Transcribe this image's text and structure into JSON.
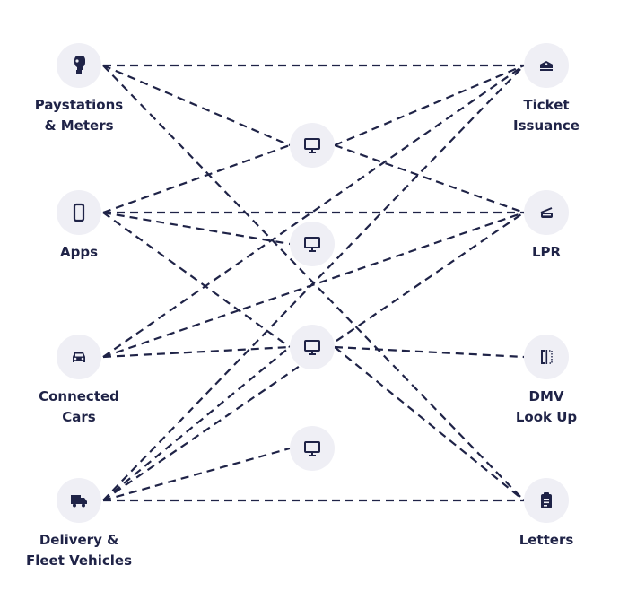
{
  "colors": {
    "line": "#1f2347",
    "node_bg": "#efeff5",
    "text": "#1f2347"
  },
  "sources": [
    {
      "id": "paystations",
      "label": "Paystations\n& Meters",
      "icon": "parking-meter-icon"
    },
    {
      "id": "apps",
      "label": "Apps",
      "icon": "smartphone-icon"
    },
    {
      "id": "cars",
      "label": "Connected\nCars",
      "icon": "car-icon"
    },
    {
      "id": "delivery",
      "label": "Delivery &\nFleet Vehicles",
      "icon": "truck-icon"
    }
  ],
  "hubs": [
    {
      "id": "m1",
      "icon": "monitor-icon"
    },
    {
      "id": "m2",
      "icon": "monitor-icon"
    },
    {
      "id": "m3",
      "icon": "monitor-icon"
    },
    {
      "id": "m4",
      "icon": "monitor-icon"
    }
  ],
  "targets": [
    {
      "id": "ticket",
      "label": "Ticket\nIssuance",
      "icon": "officer-cap-icon"
    },
    {
      "id": "lpr",
      "label": "LPR",
      "icon": "scanner-icon"
    },
    {
      "id": "dmv",
      "label": "DMV\nLook Up",
      "icon": "id-lookup-icon"
    },
    {
      "id": "letters",
      "label": "Letters",
      "icon": "clipboard-icon"
    }
  ],
  "edges": [
    [
      "paystations",
      "ticket"
    ],
    [
      "paystations",
      "m1"
    ],
    [
      "paystations",
      "letters"
    ],
    [
      "apps",
      "m1"
    ],
    [
      "apps",
      "lpr"
    ],
    [
      "apps",
      "m2"
    ],
    [
      "apps",
      "m3"
    ],
    [
      "cars",
      "ticket"
    ],
    [
      "cars",
      "lpr"
    ],
    [
      "cars",
      "m3"
    ],
    [
      "delivery",
      "ticket"
    ],
    [
      "delivery",
      "lpr"
    ],
    [
      "delivery",
      "m3"
    ],
    [
      "delivery",
      "m4"
    ],
    [
      "delivery",
      "letters"
    ],
    [
      "m1",
      "ticket"
    ],
    [
      "m1",
      "lpr"
    ],
    [
      "m3",
      "dmv"
    ],
    [
      "m3",
      "letters"
    ]
  ]
}
